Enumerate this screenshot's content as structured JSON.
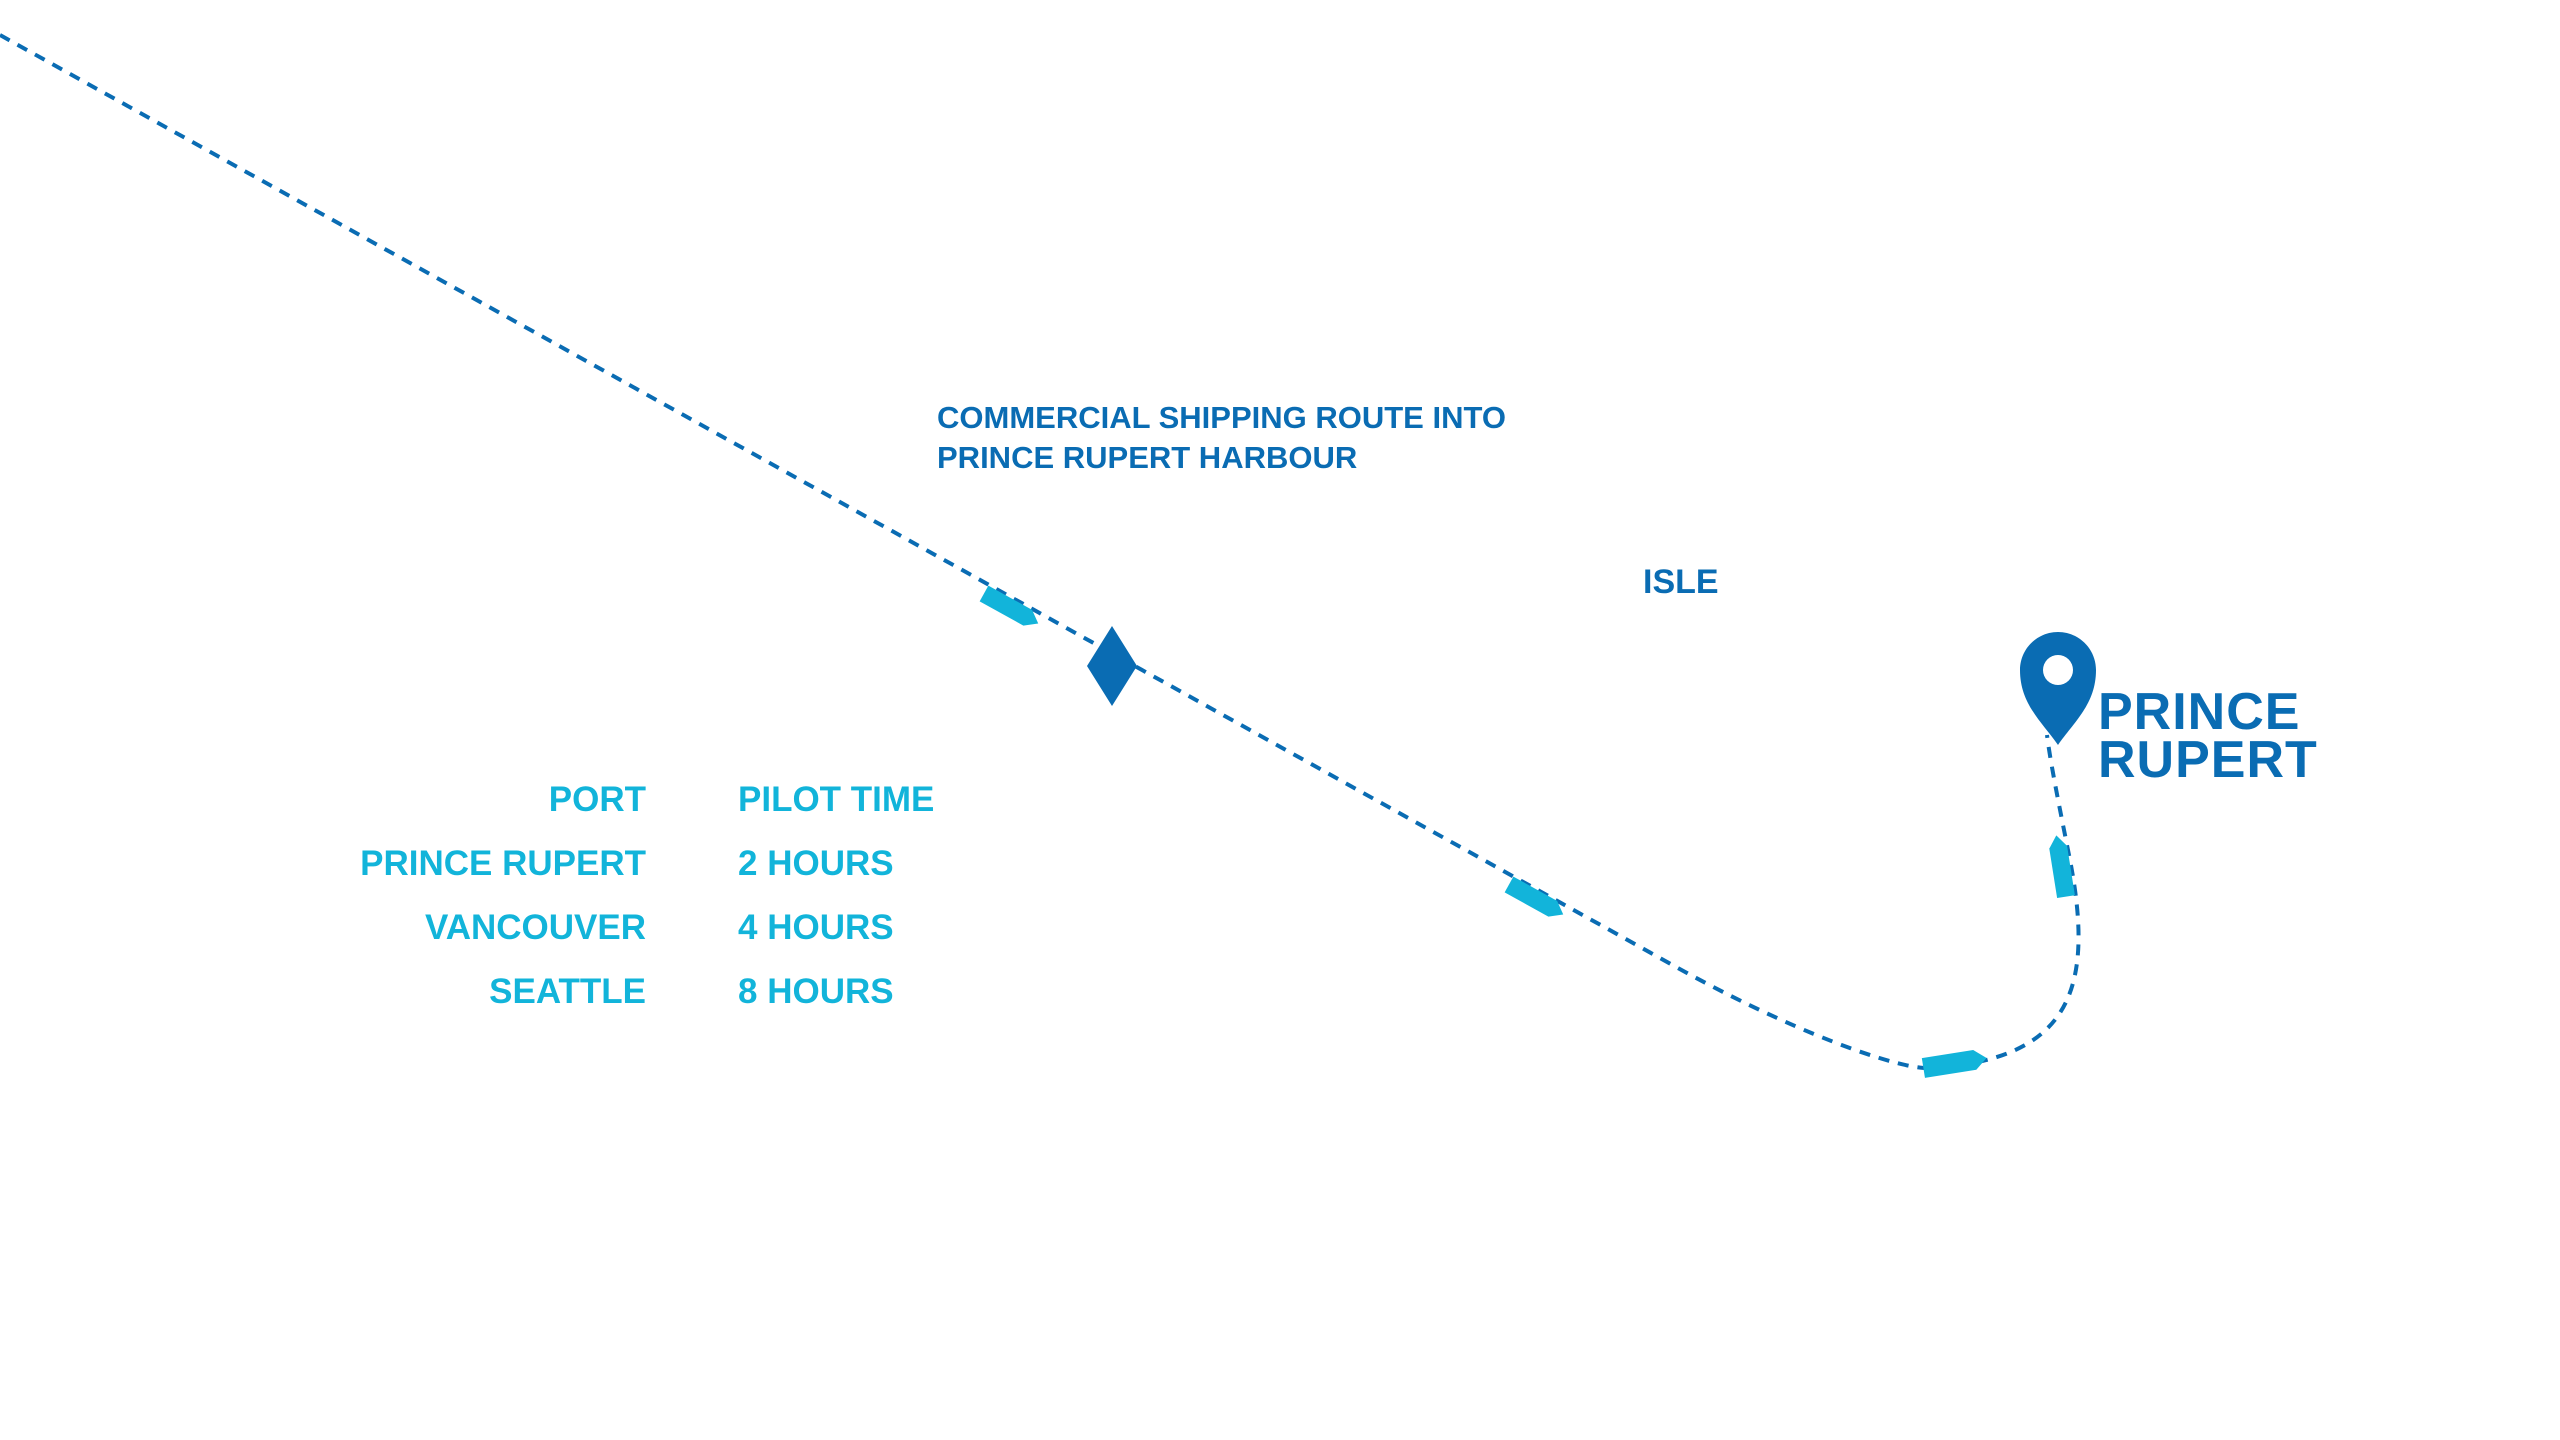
{
  "colors": {
    "dark_blue": "#0a6cb3",
    "light_blue": "#12b4da",
    "route_line": "#0a6cb3",
    "background": "#ffffff"
  },
  "route": {
    "caption_line1": "COMMERCIAL SHIPPING ROUTE INTO",
    "caption_line2": "PRINCE RUPERT HARBOUR"
  },
  "labels": {
    "isle": "ISLE",
    "city_line1": "PRINCE",
    "city_line2": "RUPERT"
  },
  "icons": {
    "destination": "map-pin-icon",
    "pilot_station": "diamond-marker-icon",
    "vessel": "ship-icon"
  },
  "pilot_table": {
    "headers": {
      "port": "PORT",
      "time": "PILOT TIME"
    },
    "rows": [
      {
        "port": "PRINCE RUPERT",
        "time": "2 HOURS"
      },
      {
        "port": "VANCOUVER",
        "time": "4 HOURS"
      },
      {
        "port": "SEATTLE",
        "time": "8 HOURS"
      }
    ]
  }
}
